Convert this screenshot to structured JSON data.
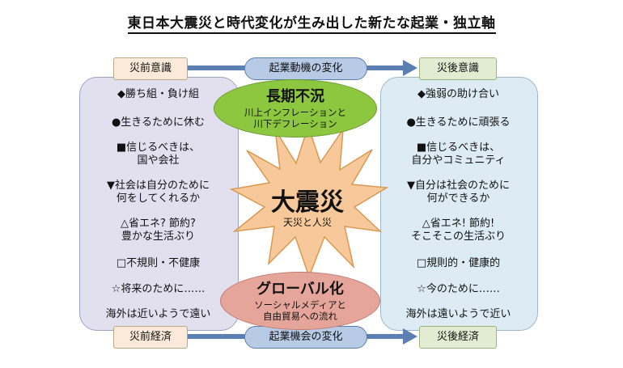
{
  "title": "東日本大震災と時代変化が生み出した新たな起業・独立軸",
  "labels": {
    "pre_awareness": "災前意識",
    "post_awareness": "災後意識",
    "pre_economy": "災前経済",
    "post_economy": "災後経済",
    "motive_change": "起業動機の変化",
    "opportunity_change": "起業機会の変化"
  },
  "top_oval": {
    "title": "長期不況",
    "line1": "川上インフレーションと",
    "line2": "川下デフレーション"
  },
  "center": {
    "title": "大震災",
    "subtitle": "天災と人災"
  },
  "bottom_oval": {
    "title": "グローバル化",
    "line1": "ソーシャルメディアと",
    "line2": "自由貿易への流れ"
  },
  "left_items": [
    [
      "◆勝ち組・負け組"
    ],
    [
      "●生きるために休む"
    ],
    [
      "■信じるべきは、",
      "国や会社"
    ],
    [
      "▼社会は自分のために",
      "何をしてくれるか"
    ],
    [
      "△省エネ? 節約?",
      "豊かな生活ぶり"
    ],
    [
      "□不規則・不健康"
    ],
    [
      "☆将来のために……"
    ],
    [
      "海外は近いようで遠い"
    ]
  ],
  "right_items": [
    [
      "◆強弱の助け合い"
    ],
    [
      "●生きるために頑張る"
    ],
    [
      "■信じるべきは、",
      "自分やコミュニティ"
    ],
    [
      "▼自分は社会のために",
      "何ができるか"
    ],
    [
      "△省エネ! 節約!",
      "そこそこの生活ぶり"
    ],
    [
      "□規則的・健康的"
    ],
    [
      "☆今のために……"
    ],
    [
      "海外は遠いようで近い"
    ]
  ],
  "colors": {
    "left_panel": "#e2e0ef",
    "right_panel": "#dcebf4",
    "top_oval": "#8dc63f",
    "bottom_oval": "#e6a59b",
    "burst": "#f7c99a",
    "arrow": "#5b7fb2"
  }
}
